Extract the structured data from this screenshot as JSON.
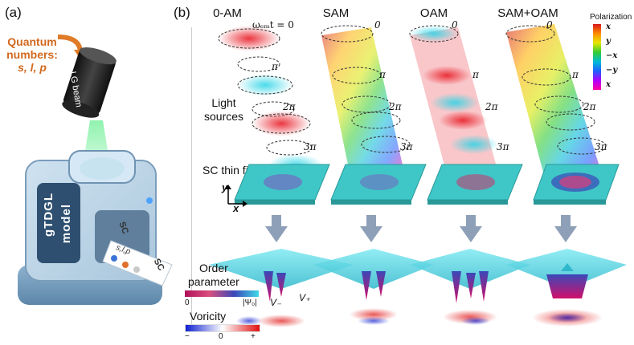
{
  "panels": {
    "a": "(a)",
    "b": "(b)"
  },
  "quantum": {
    "label_line1": "Quantum",
    "label_line2": "numbers:",
    "values": "s, l, p"
  },
  "beam_label": "LG beam",
  "printer_label_line1": "gTDGL",
  "printer_label_line2": "model",
  "paper_text": {
    "sc1": "SC",
    "sc2": "SC",
    "slp": "s,l,p"
  },
  "columns": [
    "0-AM",
    "SAM",
    "OAM",
    "SAM+OAM"
  ],
  "phases": {
    "first": "ωₑₘt = 0",
    "zero": "0",
    "pi": "π",
    "two_pi": "2π",
    "three_pi": "3π"
  },
  "labels": {
    "light_line1": "Light",
    "light_line2": "sources",
    "film": "SC thin film",
    "order_line1": "Order",
    "order_line2": "parameter",
    "vorticity": "Voricity",
    "v_minus": "V₋",
    "v_plus": "V₊"
  },
  "axes": {
    "y": "y",
    "x": "x"
  },
  "polarization": {
    "title": "Polarization",
    "ticks": [
      "x",
      "y",
      "−x",
      "−y",
      "x"
    ],
    "colors": [
      "#d7191c",
      "#ff8c00",
      "#e6e600",
      "#33cc33",
      "#00bcd4",
      "#2060ff",
      "#b000ff",
      "#ff00a0"
    ]
  },
  "order_colorbar": {
    "min": "0",
    "max": "|Ψ₀|",
    "colors": [
      "#b0105a",
      "#d94f7e",
      "#3a48b8",
      "#40d8e8"
    ]
  },
  "vort_colorbar": {
    "min": "−",
    "mid": "0",
    "max": "+",
    "colors": [
      "#1020d0",
      "#ffffff",
      "#e01010"
    ]
  }
}
